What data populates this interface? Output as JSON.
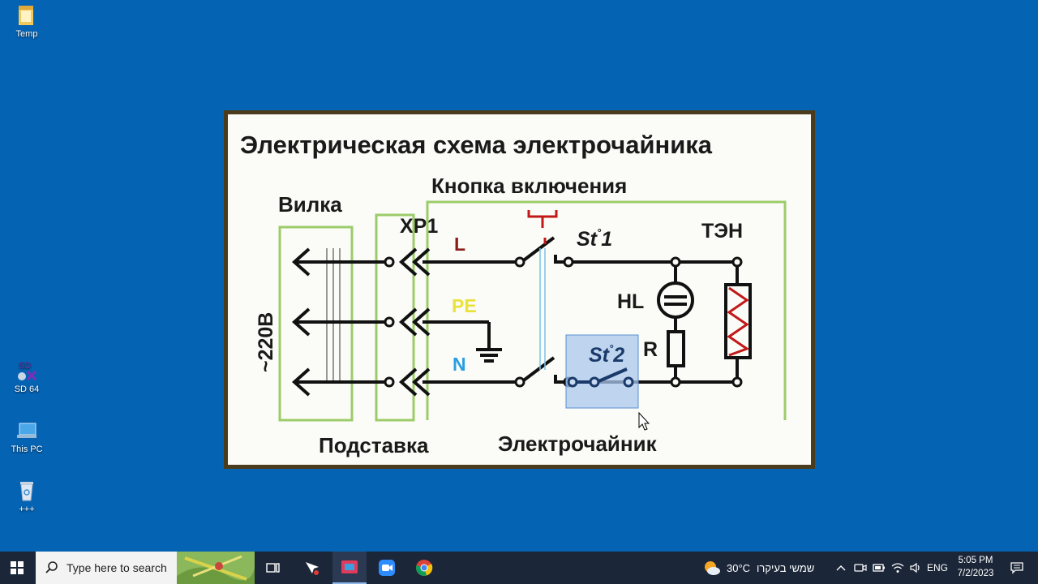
{
  "desktop": {
    "icons": [
      {
        "label": "Temp",
        "icon": "folder-icon"
      },
      {
        "label": "SD 64",
        "icon": "sd64-app-icon",
        "badge_text": "SD"
      },
      {
        "label": "This PC",
        "icon": "this-pc-icon"
      },
      {
        "label": "+++",
        "icon": "recycle-bin-icon"
      }
    ]
  },
  "diagram": {
    "title": "Электрическая схема электрочайника",
    "labels": {
      "button": "Кнопка включения",
      "plug": "Вилка",
      "xp1": "XP1",
      "l": "L",
      "pe": "PE",
      "n": "N",
      "st1": "St",
      "st1_num": "1",
      "st2": "St",
      "st2_num": "2",
      "deg": "°",
      "ten": "ТЭН",
      "hl": "HL",
      "r": "R",
      "voltage": "~220В",
      "stand": "Подставка",
      "kettle": "Электрочайник"
    },
    "colors": {
      "line": "#111111",
      "frame_green": "#9ccc6a",
      "label_red": "#8b1c1c",
      "label_yellow": "#e8e23a",
      "label_blue": "#2a9fe0",
      "selection": "#a9c7ec"
    }
  },
  "taskbar": {
    "search_placeholder": "Type here to search",
    "pinned": [
      "task-view-icon",
      "pen-app-icon",
      "media-app-icon",
      "zoom-app-icon",
      "chrome-icon"
    ],
    "weather_temp": "30°C",
    "weather_desc": "שמשי בעיקרו",
    "language": "ENG",
    "time": "5:05 PM",
    "date": "7/2/2023"
  }
}
